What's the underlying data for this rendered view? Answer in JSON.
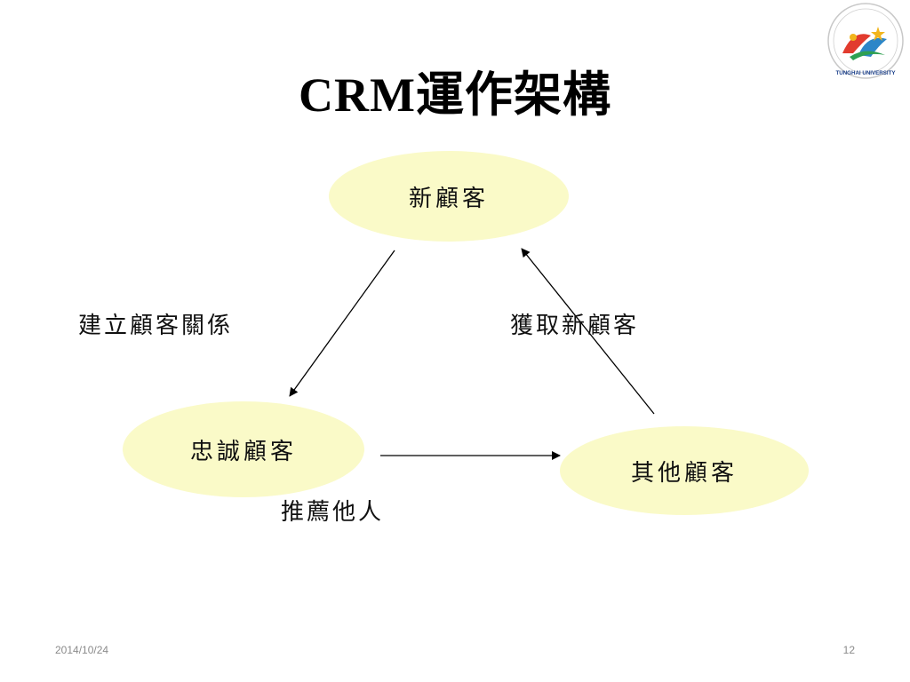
{
  "slide": {
    "title": "CRM運作架構",
    "date": "2014/10/24",
    "page_number": "12"
  },
  "logo": {
    "name": "tunghai-university-seal",
    "text": "TUNGHAI UNIVERSITY"
  },
  "diagram": {
    "nodes": {
      "new_customer": "新顧客",
      "loyal_customer": "忠誠顧客",
      "other_customer": "其他顧客"
    },
    "edges": {
      "build_relationship": "建立顧客關係",
      "acquire_new": "獲取新顧客",
      "refer_others": "推薦他人"
    }
  },
  "colors": {
    "node_fill": "#fafac8",
    "arrow": "#000000",
    "footer_text": "#8a8a8a"
  }
}
